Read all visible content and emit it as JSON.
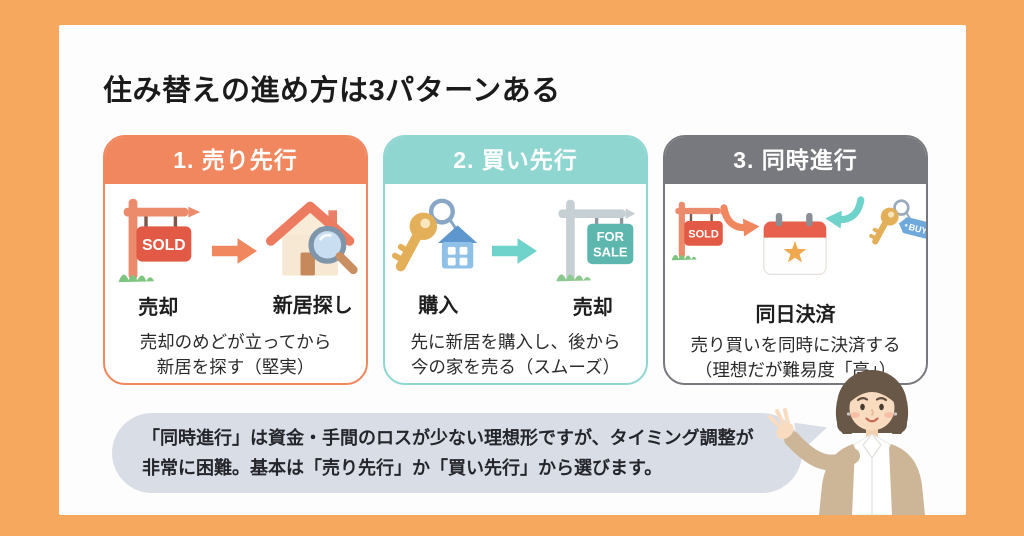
{
  "title": "住み替えの進め方は3パターンある",
  "colors": {
    "frame_orange": "#F6A85F",
    "panel_white": "#FDFDFD",
    "card1_accent": "#F0875F",
    "card2_accent": "#8FD6D1",
    "card3_accent": "#77797E",
    "bubble_bg": "#D9DEE6",
    "sold_sign_red": "#E25A45",
    "for_sale_teal": "#5EB7AF",
    "buy_tag_blue": "#6FA9DC"
  },
  "cards": [
    {
      "header": "1. 売り先行",
      "label1": "売却",
      "label2": "新居探し",
      "desc_line1": "売却のめどが立ってから",
      "desc_line2": "新居を探す（堅実）",
      "sign_text": "SOLD"
    },
    {
      "header": "2. 買い先行",
      "label1": "購入",
      "label2": "売却",
      "desc_line1": "先に新居を購入し、後から",
      "desc_line2": "今の家を売る（スムーズ）",
      "sign_line1": "FOR",
      "sign_line2": "SALE"
    },
    {
      "header": "3. 同時進行",
      "center_label": "同日決済",
      "desc_line1": "売り買いを同時に決済する",
      "desc_line2": "（理想だが難易度「高」）",
      "sign_text": "SOLD",
      "tag_text": "BUY"
    }
  ],
  "bubble": {
    "line1": "「同時進行」は資金・手間のロスが少ない理想形ですが、タイミング調整が",
    "line2": "非常に困難。基本は「売り先行」か「買い先行」から選びます。"
  }
}
